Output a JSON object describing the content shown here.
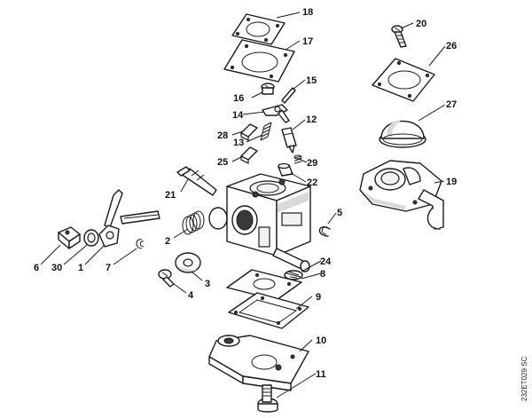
{
  "diagram": {
    "reference_code": "232ET029 SC",
    "callouts": [
      {
        "id": "c18",
        "label": "18"
      },
      {
        "id": "c17",
        "label": "17"
      },
      {
        "id": "c20",
        "label": "20"
      },
      {
        "id": "c26",
        "label": "26"
      },
      {
        "id": "c16",
        "label": "16"
      },
      {
        "id": "c15",
        "label": "15"
      },
      {
        "id": "c14",
        "label": "14"
      },
      {
        "id": "c27",
        "label": "27"
      },
      {
        "id": "c12",
        "label": "12"
      },
      {
        "id": "c28",
        "label": "28"
      },
      {
        "id": "c13",
        "label": "13"
      },
      {
        "id": "c25",
        "label": "25"
      },
      {
        "id": "c29",
        "label": "29"
      },
      {
        "id": "c22",
        "label": "22"
      },
      {
        "id": "c19",
        "label": "19"
      },
      {
        "id": "c21",
        "label": "21"
      },
      {
        "id": "c5",
        "label": "5"
      },
      {
        "id": "c2",
        "label": "2"
      },
      {
        "id": "c6",
        "label": "6"
      },
      {
        "id": "c30",
        "label": "30"
      },
      {
        "id": "c1",
        "label": "1"
      },
      {
        "id": "c7",
        "label": "7"
      },
      {
        "id": "c24",
        "label": "24"
      },
      {
        "id": "c8",
        "label": "8"
      },
      {
        "id": "c3",
        "label": "3"
      },
      {
        "id": "c4",
        "label": "4"
      },
      {
        "id": "c9",
        "label": "9"
      },
      {
        "id": "c10",
        "label": "10"
      },
      {
        "id": "c11",
        "label": "11"
      }
    ]
  }
}
